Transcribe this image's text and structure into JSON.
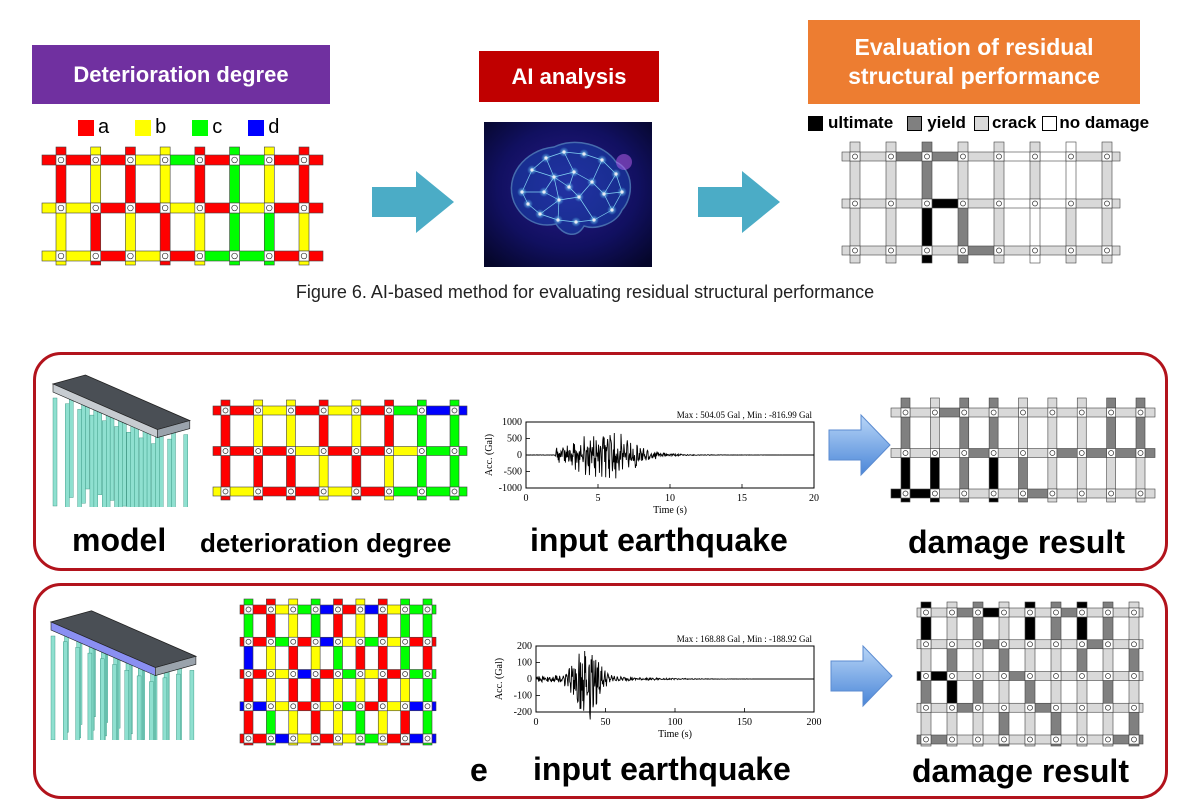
{
  "top": {
    "deterioration_title": "Deterioration degree",
    "ai_title": "AI analysis",
    "evaluation_title_line1": "Evaluation of residual",
    "evaluation_title_line2": "structural performance",
    "deterioration_legend": [
      {
        "label": "a",
        "color": "#ff0000"
      },
      {
        "label": "b",
        "color": "#ffff00"
      },
      {
        "label": "c",
        "color": "#00ff00"
      },
      {
        "label": "d",
        "color": "#0000ff"
      }
    ],
    "damage_legend": [
      {
        "label": "ultimate",
        "color": "#000000"
      },
      {
        "label": "yield",
        "color": "#808080"
      },
      {
        "label": "crack",
        "color": "#d9d9d9"
      },
      {
        "label": "no damage",
        "color": "#ffffff"
      }
    ],
    "caption": "Figure 6. AI-based method for evaluating residual structural performance"
  },
  "colors": {
    "deterioration_header": "#7030a0",
    "ai_header": "#c00000",
    "evaluation_header": "#ed7d31",
    "arrow": "#4bacc6",
    "panel_border": "#b2131c"
  },
  "panel1": {
    "labels": {
      "model": "model",
      "deterioration": "deterioration degree",
      "earthquake": "input earthquake",
      "damage": "damage result"
    },
    "seismogram": {
      "stats": "Max : 504.05 Gal ,  Min : -816.99 Gal",
      "ylabel": "Acc. (Gal)",
      "xlabel": "Time (s)",
      "yticks": [
        "1000",
        "500",
        "0",
        "-500",
        "-1000"
      ],
      "xticks": [
        "0",
        "5",
        "10",
        "15",
        "20"
      ]
    }
  },
  "panel2": {
    "labels": {
      "partial": "e",
      "earthquake": "input earthquake",
      "damage": "damage result"
    },
    "seismogram": {
      "stats": "Max : 168.88 Gal ,  Min : -188.92 Gal",
      "ylabel": "Acc. (Gal)",
      "xlabel": "Time (s)",
      "yticks": [
        "200",
        "100",
        "0",
        "-100",
        "-200"
      ],
      "xticks": [
        "0",
        "50",
        "100",
        "150",
        "200"
      ]
    }
  }
}
